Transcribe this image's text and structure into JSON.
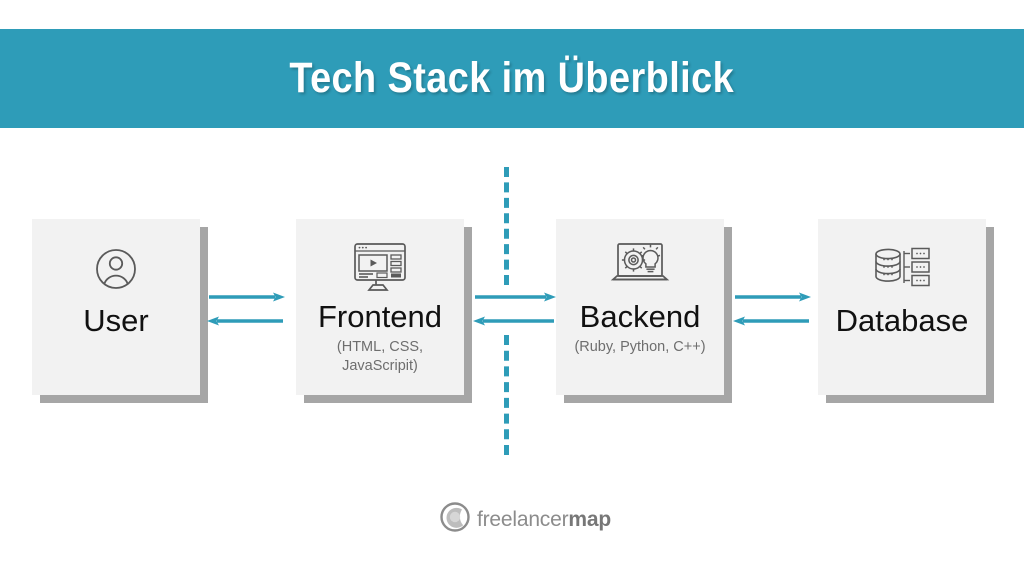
{
  "header": {
    "title": "Tech Stack im Überblick",
    "background_color": "#2e9cb8",
    "text_color": "#ffffff"
  },
  "theme": {
    "accent": "#2e9cb8",
    "card_background": "#f2f2f2",
    "card_shadow": "#a6a6a6",
    "label_color": "#111111",
    "sublabel_color": "#6e6e6e",
    "page_background": "#ffffff"
  },
  "diagram": {
    "type": "flow",
    "divider": {
      "name": "client-server-divider",
      "style": "dashed",
      "orientation": "vertical",
      "color": "#2e9cb8"
    },
    "nodes": [
      {
        "id": "user",
        "label": "User",
        "sublabel": "",
        "icon": "user-circle-icon"
      },
      {
        "id": "frontend",
        "label": "Frontend",
        "sublabel": "(HTML, CSS,\nJavaScripit)",
        "sublabel_lines": [
          "(HTML, CSS,",
          "JavaScripit)"
        ],
        "icon": "monitor-play-icon"
      },
      {
        "id": "backend",
        "label": "Backend",
        "sublabel": "(Ruby, Python, C++)",
        "sublabel_lines": [
          "(Ruby, Python, C++)"
        ],
        "icon": "laptop-gear-bulb-icon"
      },
      {
        "id": "database",
        "label": "Database",
        "sublabel": "",
        "icon": "database-records-icon"
      }
    ],
    "connections": [
      {
        "id": "user-frontend",
        "from": "user",
        "to": "frontend",
        "direction": "bidirectional",
        "color": "#2e9cb8"
      },
      {
        "id": "frontend-backend",
        "from": "frontend",
        "to": "backend",
        "direction": "bidirectional",
        "color": "#2e9cb8"
      },
      {
        "id": "backend-database",
        "from": "backend",
        "to": "database",
        "direction": "bidirectional",
        "color": "#2e9cb8"
      }
    ]
  },
  "footer": {
    "logo": {
      "name": "freelancermap-logo",
      "text_light": "freelancer",
      "text_bold": "map",
      "color": "#8c8c8c"
    }
  }
}
